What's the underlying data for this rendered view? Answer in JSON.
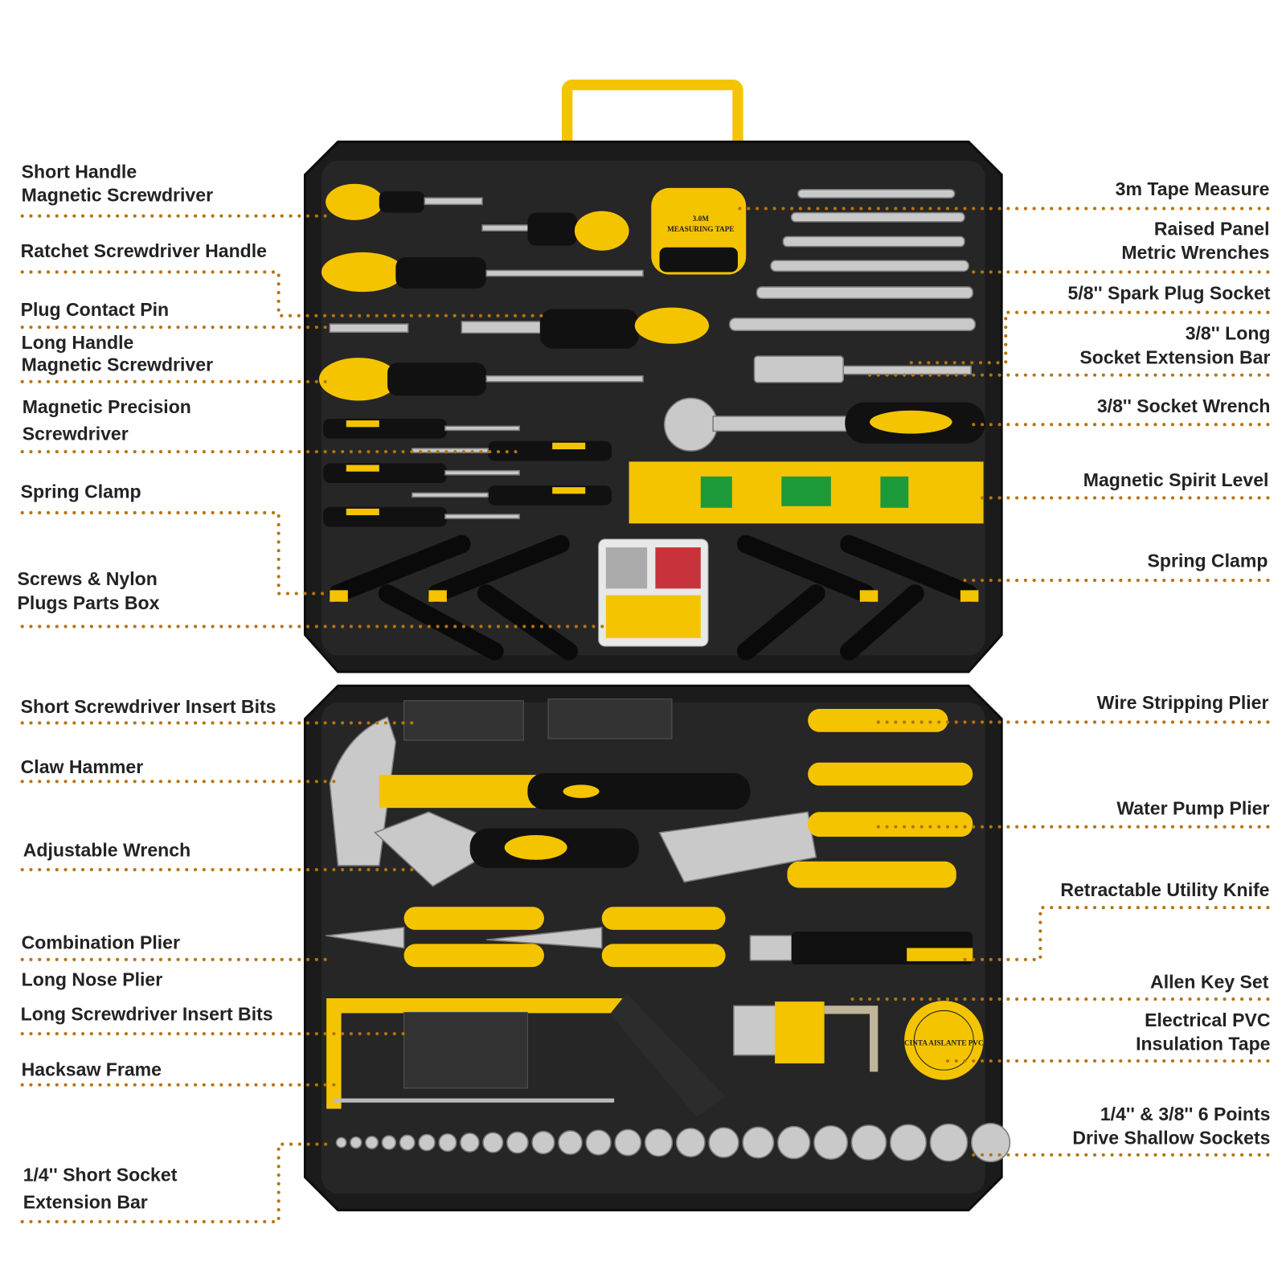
{
  "left_labels": [
    {
      "lines": [
        "Short Handle",
        "Magnetic Screwdriver"
      ]
    },
    {
      "lines": [
        "Ratchet Screwdriver Handle"
      ]
    },
    {
      "lines": [
        "Plug Contact Pin"
      ]
    },
    {
      "lines": [
        "Long Handle",
        "Magnetic Screwdriver"
      ]
    },
    {
      "lines": [
        "Magnetic Precision",
        "Screwdriver"
      ]
    },
    {
      "lines": [
        "Spring Clamp"
      ]
    },
    {
      "lines": [
        "Screws & Nylon",
        "Plugs Parts Box"
      ]
    },
    {
      "lines": [
        "Short Screwdriver Insert Bits"
      ]
    },
    {
      "lines": [
        "Claw Hammer"
      ]
    },
    {
      "lines": [
        "Adjustable Wrench"
      ]
    },
    {
      "lines": [
        "Combination Plier"
      ]
    },
    {
      "lines": [
        "Long Nose Plier"
      ]
    },
    {
      "lines": [
        "Long Screwdriver Insert Bits"
      ]
    },
    {
      "lines": [
        "Hacksaw Frame"
      ]
    },
    {
      "lines": [
        "1/4'' Short Socket",
        "Extension Bar"
      ]
    }
  ],
  "right_labels": [
    {
      "lines": [
        "3m Tape Measure"
      ]
    },
    {
      "lines": [
        "Raised Panel",
        "Metric Wrenches"
      ]
    },
    {
      "lines": [
        "5/8'' Spark Plug Socket"
      ]
    },
    {
      "lines": [
        "3/8'' Long",
        "Socket Extension Bar"
      ]
    },
    {
      "lines": [
        "3/8'' Socket Wrench"
      ]
    },
    {
      "lines": [
        "Magnetic Spirit Level"
      ]
    },
    {
      "lines": [
        "Spring Clamp"
      ]
    },
    {
      "lines": [
        "Wire Stripping Plier"
      ]
    },
    {
      "lines": [
        "Water Pump Plier"
      ]
    },
    {
      "lines": [
        "Retractable Utility Knife"
      ]
    },
    {
      "lines": [
        "Allen Key Set"
      ]
    },
    {
      "lines": [
        "Electrical PVC",
        "Insulation Tape"
      ]
    },
    {
      "lines": [
        "1/4'' & 3/8'' 6 Points",
        "Drive Shallow Sockets"
      ]
    }
  ],
  "product_text": {
    "tape_measure": "3.0M",
    "tape_measure_sub": "MEASURING TAPE",
    "insulation_tape": "CINTA AISLANTE PVC"
  },
  "colors": {
    "accent": "#f5c400",
    "callout": "#b5730f",
    "case": "#1b1b1b"
  }
}
